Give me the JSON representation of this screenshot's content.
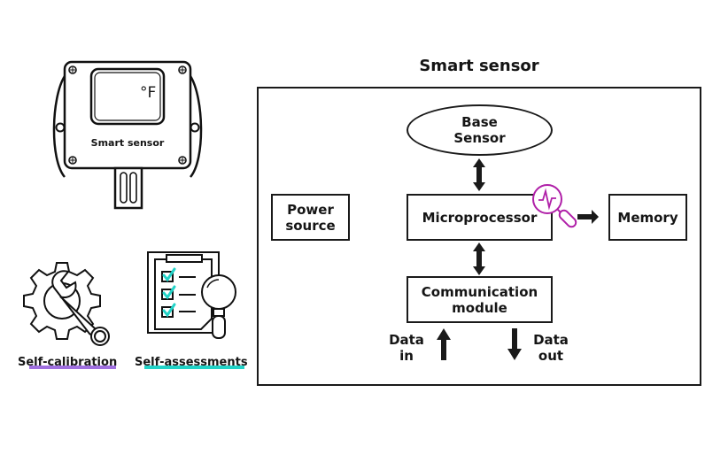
{
  "device": {
    "display_unit": "°F",
    "label": "Smart sensor"
  },
  "features": [
    {
      "label": "Self-calibration",
      "icon": "gear-wrench-icon",
      "accent": "#a070e0"
    },
    {
      "label": "Self-assessments",
      "icon": "checklist-magnifier-icon",
      "accent": "#22d3c8"
    }
  ],
  "diagram": {
    "title": "Smart sensor",
    "nodes": {
      "base_sensor": {
        "line1": "Base",
        "line2": "Sensor"
      },
      "power_source": {
        "line1": "Power",
        "line2": "source"
      },
      "microprocessor": {
        "label": "Microprocessor"
      },
      "memory": {
        "label": "Memory"
      },
      "communication": {
        "line1": "Communication",
        "line2": "module"
      }
    },
    "io": {
      "data_in": {
        "line1": "Data",
        "line2": "in"
      },
      "data_out": {
        "line1": "Data",
        "line2": "out"
      }
    },
    "monitor_icon": {
      "name": "magnifier-pulse-icon",
      "color": "#b020a8"
    }
  }
}
